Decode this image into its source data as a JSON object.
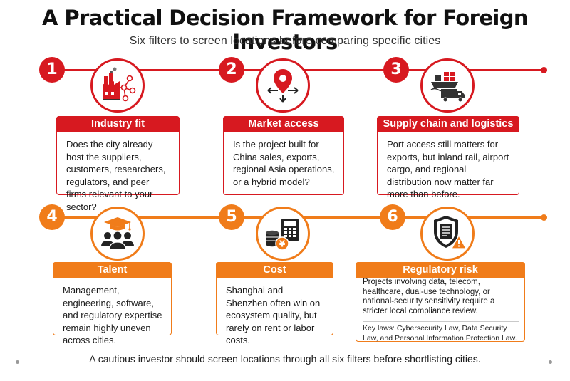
{
  "title": "A Practical Decision Framework for Foreign Investors",
  "subtitle": "Six filters to screen locations before comparing specific cities",
  "colors": {
    "red": "#d71920",
    "orange": "#f07c1a"
  },
  "filters": [
    {
      "number": "1",
      "label": "Industry fit",
      "icon": "factory-network-icon",
      "text": "Does the city already host the suppliers, customers, researchers, regulators, and peer firms relevant to your sector?"
    },
    {
      "number": "2",
      "label": "Market access",
      "icon": "location-pin-arrows-icon",
      "text": "Is the project built for China sales, exports, regional Asia operations, or a hybrid model?"
    },
    {
      "number": "3",
      "label": "Supply chain and logistics",
      "icon": "ship-truck-icon",
      "text": "Port access still matters for exports, but inland rail, airport cargo, and regional distribution now matter far more than before."
    },
    {
      "number": "4",
      "label": "Talent",
      "icon": "graduation-people-icon",
      "text": "Management, engineering, software, and regulatory expertise remain highly uneven across cities."
    },
    {
      "number": "5",
      "label": "Cost",
      "icon": "coins-calculator-icon",
      "text": "Shanghai and Shenzhen often win on ecosystem quality, but rarely on rent or labor costs."
    },
    {
      "number": "6",
      "label": "Regulatory risk",
      "icon": "shield-document-warning-icon",
      "text": "Projects involving data, telecom, healthcare, dual-use technology, or national-security sensitivity require a stricter local compliance review.",
      "note": "Key laws: Cybersecurity Law, Data Security Law, and Personal Information Protection Law."
    }
  ],
  "footer": "A cautious investor should screen locations through all six filters before shortlisting cities."
}
